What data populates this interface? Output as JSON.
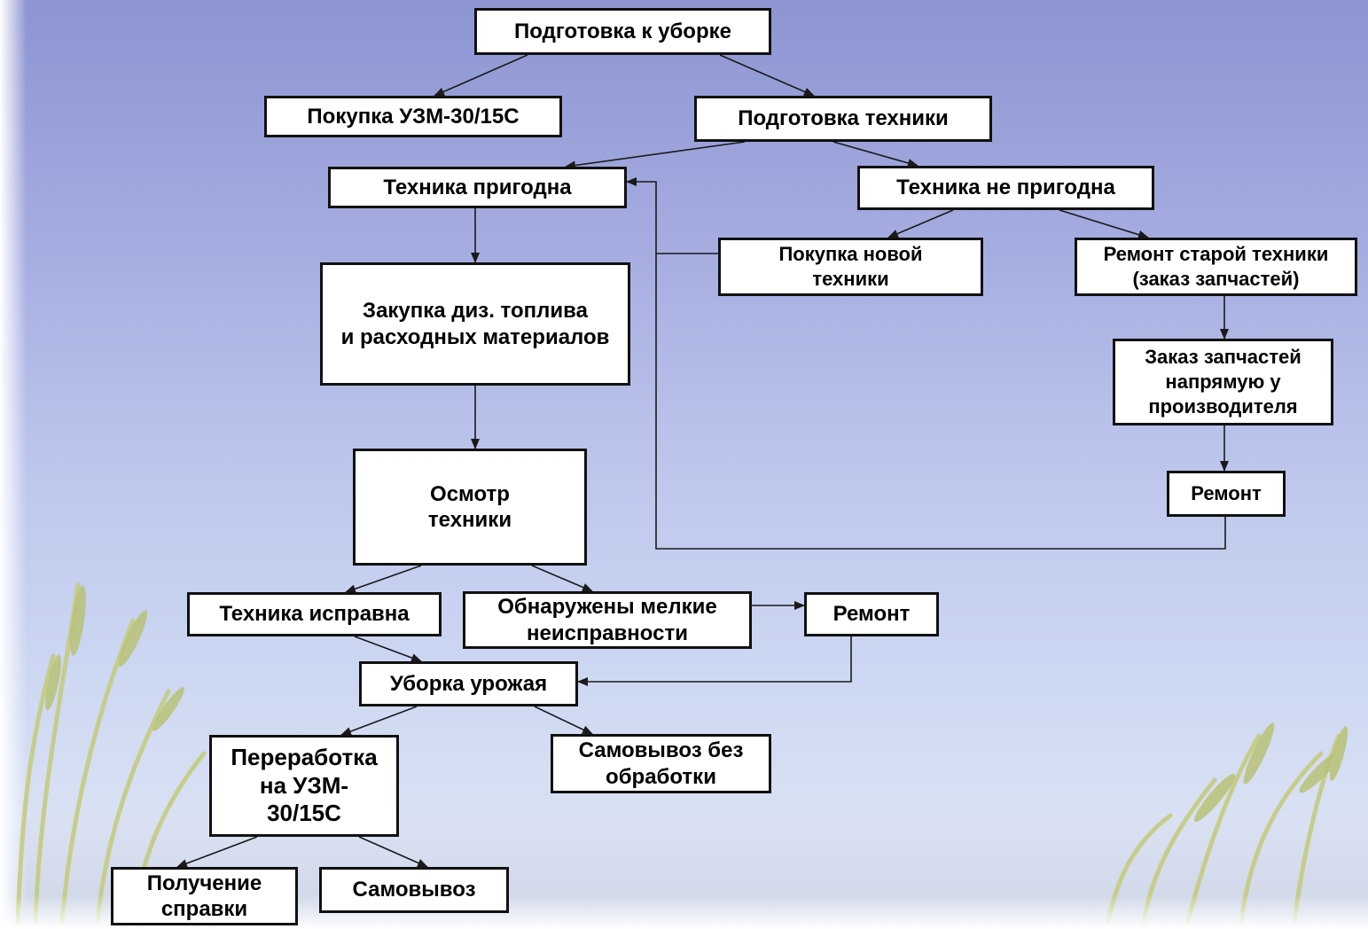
{
  "diagram": {
    "nodes": {
      "prep_harvest": "Подготовка к уборке",
      "buy_uzm": "Покупка УЗМ-30/15С",
      "prep_equipment": "Подготовка техники",
      "equipment_ok": "Техника пригодна",
      "equipment_not_ok": "Техника не пригодна",
      "buy_new": "Покупка новой\nтехники",
      "repair_old": "Ремонт старой техники\n(заказ запчастей)",
      "fuel_purchase": "Закупка диз. топлива\nи расходных материалов",
      "parts_order": "Заказ запчастей\nнапрямую у\nпроизводителя",
      "repair_right": "Ремонт",
      "inspection": "Осмотр\nтехники",
      "serviceable": "Техника исправна",
      "minor_faults": "Обнаружены мелкие\nнеисправности",
      "repair_mid": "Ремонт",
      "harvest": "Уборка урожая",
      "processing": "Переработка\nна УЗМ-\n30/15С",
      "pickup_raw": "Самовывоз без\nобработки",
      "certificate": "Получение\nсправки",
      "pickup": "Самовывоз"
    },
    "edges": [
      [
        "prep_harvest",
        "buy_uzm"
      ],
      [
        "prep_harvest",
        "prep_equipment"
      ],
      [
        "prep_equipment",
        "equipment_ok"
      ],
      [
        "prep_equipment",
        "equipment_not_ok"
      ],
      [
        "equipment_not_ok",
        "buy_new"
      ],
      [
        "equipment_not_ok",
        "repair_old"
      ],
      [
        "buy_new",
        "equipment_ok"
      ],
      [
        "repair_old",
        "parts_order"
      ],
      [
        "parts_order",
        "repair_right"
      ],
      [
        "repair_right",
        "equipment_ok"
      ],
      [
        "equipment_ok",
        "fuel_purchase"
      ],
      [
        "fuel_purchase",
        "inspection"
      ],
      [
        "inspection",
        "serviceable"
      ],
      [
        "inspection",
        "minor_faults"
      ],
      [
        "minor_faults",
        "repair_mid"
      ],
      [
        "serviceable",
        "harvest"
      ],
      [
        "repair_mid",
        "harvest"
      ],
      [
        "harvest",
        "processing"
      ],
      [
        "harvest",
        "pickup_raw"
      ],
      [
        "processing",
        "certificate"
      ],
      [
        "processing",
        "pickup"
      ]
    ],
    "colors": {
      "box_fill": "#ffffff",
      "box_border": "#111111",
      "arrow": "#1a1a1a",
      "text": "#000000"
    }
  },
  "background": {
    "sky_top": "#8d95d2",
    "sky_bottom": "#d9e1f3",
    "grass": "#c9cf86"
  }
}
